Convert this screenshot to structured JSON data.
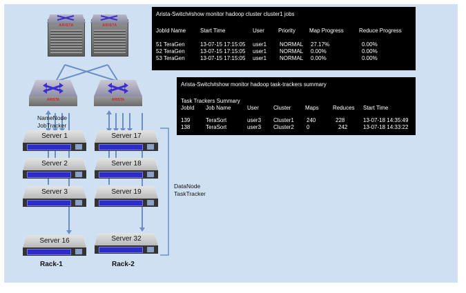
{
  "terminal1": {
    "command": "Arista-Switch#show monitor hadoop cluster cluster1 jobs",
    "headers": [
      "JobId Name",
      "Start Time",
      "User",
      "Priority",
      "Map Progress",
      "Reduce Progress"
    ],
    "rows": [
      [
        "51 TeraGen",
        "13-07-15 17:15:05",
        "user1",
        "NORMAL",
        "27.17%",
        "0.00%"
      ],
      [
        "52 TeraGen",
        "13-07-15 17:15:05",
        "user1",
        "NORMAL",
        "0.00%",
        "0.00%"
      ],
      [
        "53 TeraGen",
        "13-07-15 17:15:05",
        "user1",
        "NORMAL",
        "0.00%",
        "0.00%"
      ]
    ]
  },
  "terminal2": {
    "command": "Arista-Switch#show monitor hadoop task-trackers summary",
    "summary_title": "Task Trackers Summary",
    "headers": [
      "JobId",
      "Job Name",
      "User",
      "Cluster",
      "Maps",
      "Reduces",
      "Start Time"
    ],
    "rows": [
      [
        "139",
        "TeraSort",
        "user3",
        "Cluster1",
        "240",
        "228",
        "13-07-18 14:35:49"
      ],
      [
        "138",
        "TeraSort",
        "user3",
        "Cluster2",
        "0",
        "242",
        "13-07-18 14:33:22"
      ]
    ]
  },
  "brand": "ARISTA",
  "servers_rack1": [
    "Server 1",
    "Server 2",
    "Server 3",
    "Server 16"
  ],
  "servers_rack2": [
    "Server 17",
    "Server 18",
    "Server 19",
    "Server 32"
  ],
  "namenode_label": "NameNode",
  "jobtracker_label": "JobTracker",
  "datanode_label": "DataNode",
  "tasktracker_label": "TaskTracker",
  "rack1_label": "Rack-1",
  "rack2_label": "Rack-2",
  "colors": {
    "background": "#cfe0f2",
    "terminal": "#000000",
    "link": "#6a8fc4",
    "switch_icon": "#3b2fd0"
  }
}
